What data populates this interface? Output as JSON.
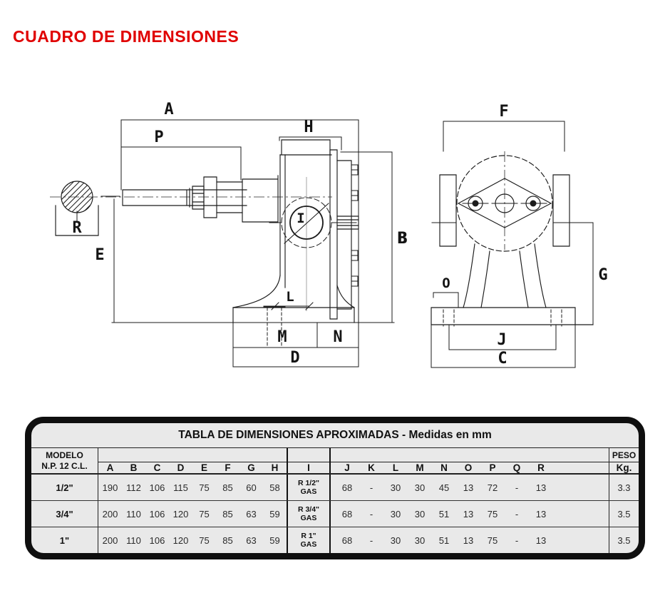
{
  "page": {
    "title": "CUADRO DE DIMENSIONES"
  },
  "drawing": {
    "side_view_labels": {
      "A": "A",
      "P": "P",
      "H": "H",
      "R": "R",
      "E": "E",
      "I": "I",
      "L": "L",
      "B": "B",
      "M": "M",
      "N": "N",
      "D": "D"
    },
    "front_view_labels": {
      "F": "F",
      "O": "O",
      "G": "G",
      "J": "J",
      "C": "C"
    }
  },
  "table": {
    "title": "TABLA DE DIMENSIONES APROXIMADAS - Medidas en mm",
    "model_header": [
      "MODELO",
      "N.P. 12 C.L."
    ],
    "peso_header": [
      "PESO",
      "Kg."
    ],
    "dim_columns_1": [
      "A",
      "B",
      "C",
      "D",
      "E",
      "F",
      "G",
      "H"
    ],
    "i_column": "I",
    "dim_columns_2": [
      "J",
      "K",
      "L",
      "M",
      "N",
      "O",
      "P",
      "Q",
      "R"
    ],
    "rows": [
      {
        "model": "1/2\"",
        "dims1": [
          "190",
          "112",
          "106",
          "115",
          "75",
          "85",
          "60",
          "58"
        ],
        "i": [
          "R 1/2\"",
          "GAS"
        ],
        "dims2": [
          "68",
          "-",
          "30",
          "30",
          "45",
          "13",
          "72",
          "-",
          "13"
        ],
        "peso": "3.3"
      },
      {
        "model": "3/4\"",
        "dims1": [
          "200",
          "110",
          "106",
          "120",
          "75",
          "85",
          "63",
          "59"
        ],
        "i": [
          "R 3/4\"",
          "GAS"
        ],
        "dims2": [
          "68",
          "-",
          "30",
          "30",
          "51",
          "13",
          "75",
          "-",
          "13"
        ],
        "peso": "3.5"
      },
      {
        "model": "1\"",
        "dims1": [
          "200",
          "110",
          "106",
          "120",
          "75",
          "85",
          "63",
          "59"
        ],
        "i": [
          "R 1\"",
          "GAS"
        ],
        "dims2": [
          "68",
          "-",
          "30",
          "30",
          "51",
          "13",
          "75",
          "-",
          "13"
        ],
        "peso": "3.5"
      }
    ]
  },
  "colors": {
    "accent_red": "#e00000",
    "table_bg": "#e9e9e9",
    "line": "#1b1b1b"
  }
}
